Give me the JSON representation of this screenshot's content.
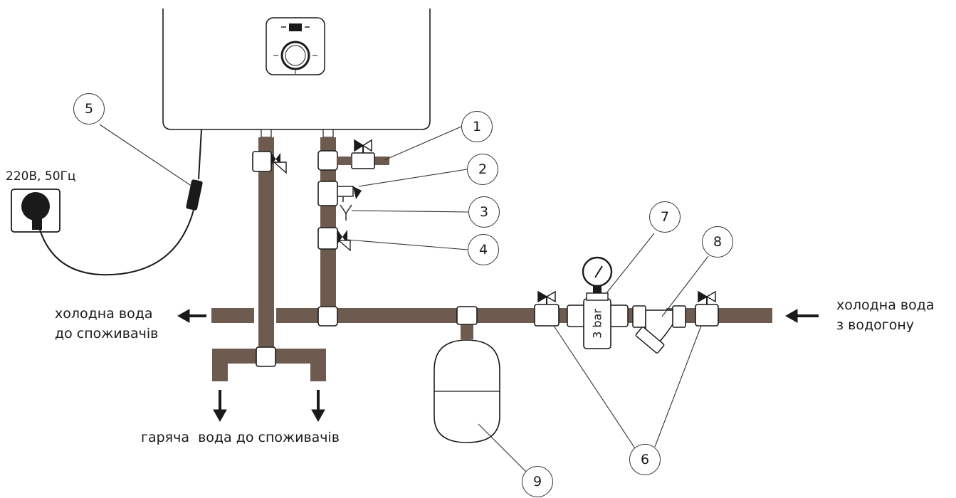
{
  "labels": {
    "power": "220В, 50Гц",
    "cold_out_line1": "холодна вода",
    "cold_out_line2": "до споживачів",
    "cold_in_line1": "холодна вода",
    "cold_in_line2": "з водогону",
    "hot_out": "гаряча  вода до споживачів",
    "gauge_text": "3 bar"
  },
  "callouts": [
    "1",
    "2",
    "3",
    "4",
    "5",
    "6",
    "7",
    "8",
    "9"
  ],
  "colors": {
    "pipe": "#6e5b50",
    "outline": "#1a1a1a",
    "background": "#ffffff"
  }
}
